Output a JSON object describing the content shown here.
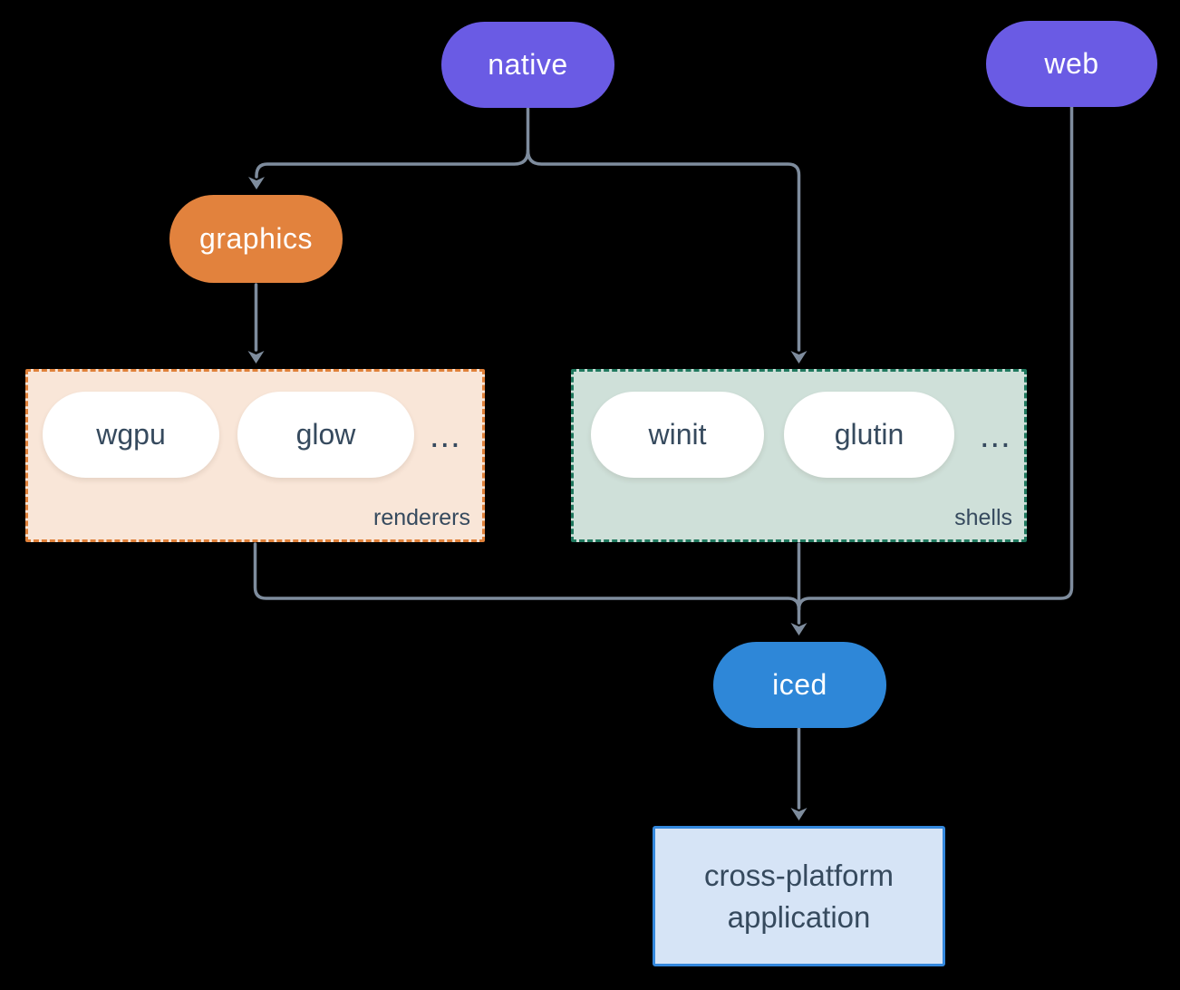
{
  "diagram": {
    "background": "#000000",
    "connector_color": "#7e8c9d",
    "nodes": {
      "native": {
        "label": "native",
        "fill": "#6a5be4",
        "text_color": "#ffffff"
      },
      "web": {
        "label": "web",
        "fill": "#6a5be4",
        "text_color": "#ffffff"
      },
      "graphics": {
        "label": "graphics",
        "fill": "#e2823d",
        "text_color": "#ffffff"
      },
      "iced": {
        "label": "iced",
        "fill": "#2e87d8",
        "text_color": "#ffffff"
      },
      "app": {
        "line1": "cross-platform",
        "line2": "application",
        "fill": "#d6e4f6",
        "border": "#3488dd",
        "text_color": "#364a5e"
      }
    },
    "groups": {
      "renderers": {
        "label": "renderers",
        "fill": "#f9e6d8",
        "border": "#e0813a",
        "items": [
          {
            "label": "wgpu"
          },
          {
            "label": "glow"
          }
        ],
        "ellipsis": "..."
      },
      "shells": {
        "label": "shells",
        "fill": "#cfe0d9",
        "border": "#20795f",
        "items": [
          {
            "label": "winit"
          },
          {
            "label": "glutin"
          }
        ],
        "ellipsis": "..."
      }
    },
    "edges": [
      {
        "from": "native",
        "to": "graphics"
      },
      {
        "from": "native",
        "to": "shells"
      },
      {
        "from": "graphics",
        "to": "renderers"
      },
      {
        "from": "renderers",
        "to": "iced"
      },
      {
        "from": "shells",
        "to": "iced"
      },
      {
        "from": "web",
        "to": "iced"
      },
      {
        "from": "iced",
        "to": "cross-platform application"
      }
    ]
  }
}
